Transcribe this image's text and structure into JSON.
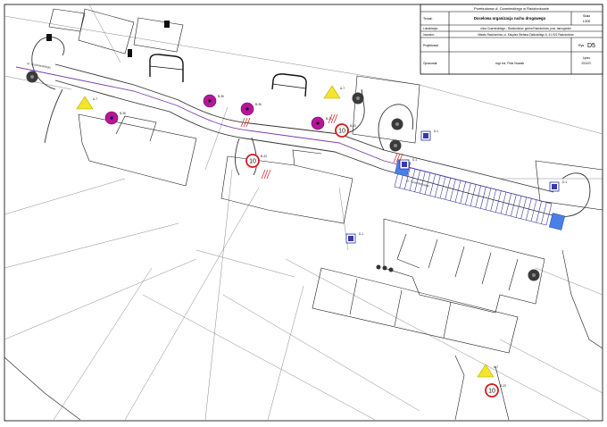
{
  "title_block": {
    "project": "Przebudowa ul. Czarnieckiego w Radzionkowie",
    "rows": [
      {
        "label": "Temat:",
        "value": "Docelowa organizacja ruchu drogowego",
        "side_label": "Skala",
        "side_value": "1:500"
      },
      {
        "label": "Lokalizacja:",
        "value": "ulica Czarnieckiego - Radzionków, gmina Radzionków, pow. tarnogórski"
      },
      {
        "label": "Inwestor:",
        "value": "Miasto Radzionków, ul. Księdza Stefana Zabłockiego 6, 41-922 Radzionków"
      },
      {
        "label": "Projektował:",
        "value": "",
        "side_label": "Rys.",
        "side_value": "D5"
      },
      {
        "label": "Opracował:",
        "value": "mgr inż. Piotr Nowak",
        "side_label": "Lipiec",
        "side_value": "2016 R."
      }
    ]
  },
  "street_label": "ul. Czarnieckiego",
  "signs": [
    {
      "type": "warning",
      "label": "A-7"
    },
    {
      "type": "warning",
      "label": "A-7"
    },
    {
      "type": "warning",
      "label": "A-7"
    },
    {
      "type": "prohibition",
      "label": "B-36"
    },
    {
      "type": "prohibition",
      "label": "B-36"
    },
    {
      "type": "prohibition",
      "label": "B-36"
    },
    {
      "type": "prohibition",
      "label": "B-36"
    },
    {
      "type": "speed",
      "label": "B-33",
      "value": "10"
    },
    {
      "type": "speed",
      "label": "B-33",
      "value": "10"
    },
    {
      "type": "speed",
      "label": "B-33",
      "value": "10"
    },
    {
      "type": "info",
      "label": "D-1"
    },
    {
      "type": "info",
      "label": "D-1"
    },
    {
      "type": "info",
      "label": "D-1"
    },
    {
      "type": "info",
      "label": "D-1"
    }
  ],
  "colors": {
    "lines": "#1a1a1a",
    "road_edge": "#333333",
    "axis": "#7a3fb0",
    "parking": "#3a3aa0",
    "disabled_bay": "#4a7fe6",
    "warning_fill": "#f2e52a",
    "prohibition_fill": "#b5169a",
    "red": "#d21d1d",
    "grey": "#9a9a9a"
  }
}
